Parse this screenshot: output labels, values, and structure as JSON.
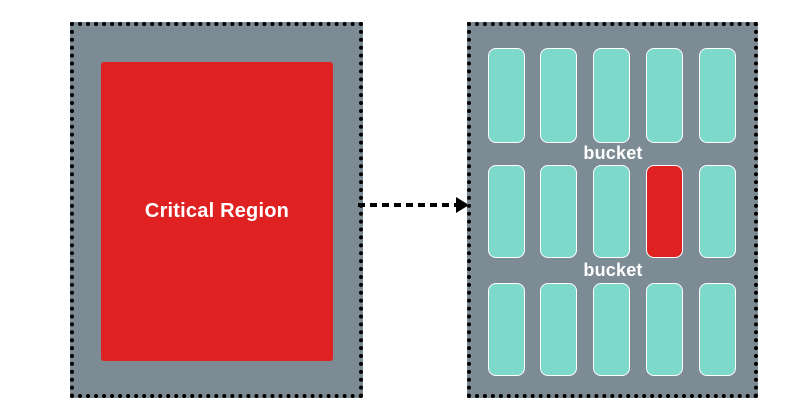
{
  "critical_region": {
    "label": "Critical Region"
  },
  "buckets": [
    {
      "label": "bucket"
    },
    {
      "label": "bucket"
    }
  ],
  "colors": {
    "panel": "#7d8b94",
    "critical": "#e02121",
    "slot": "#7dd9c9",
    "slot_highlight": "#e02121",
    "text": "#ffffff"
  }
}
